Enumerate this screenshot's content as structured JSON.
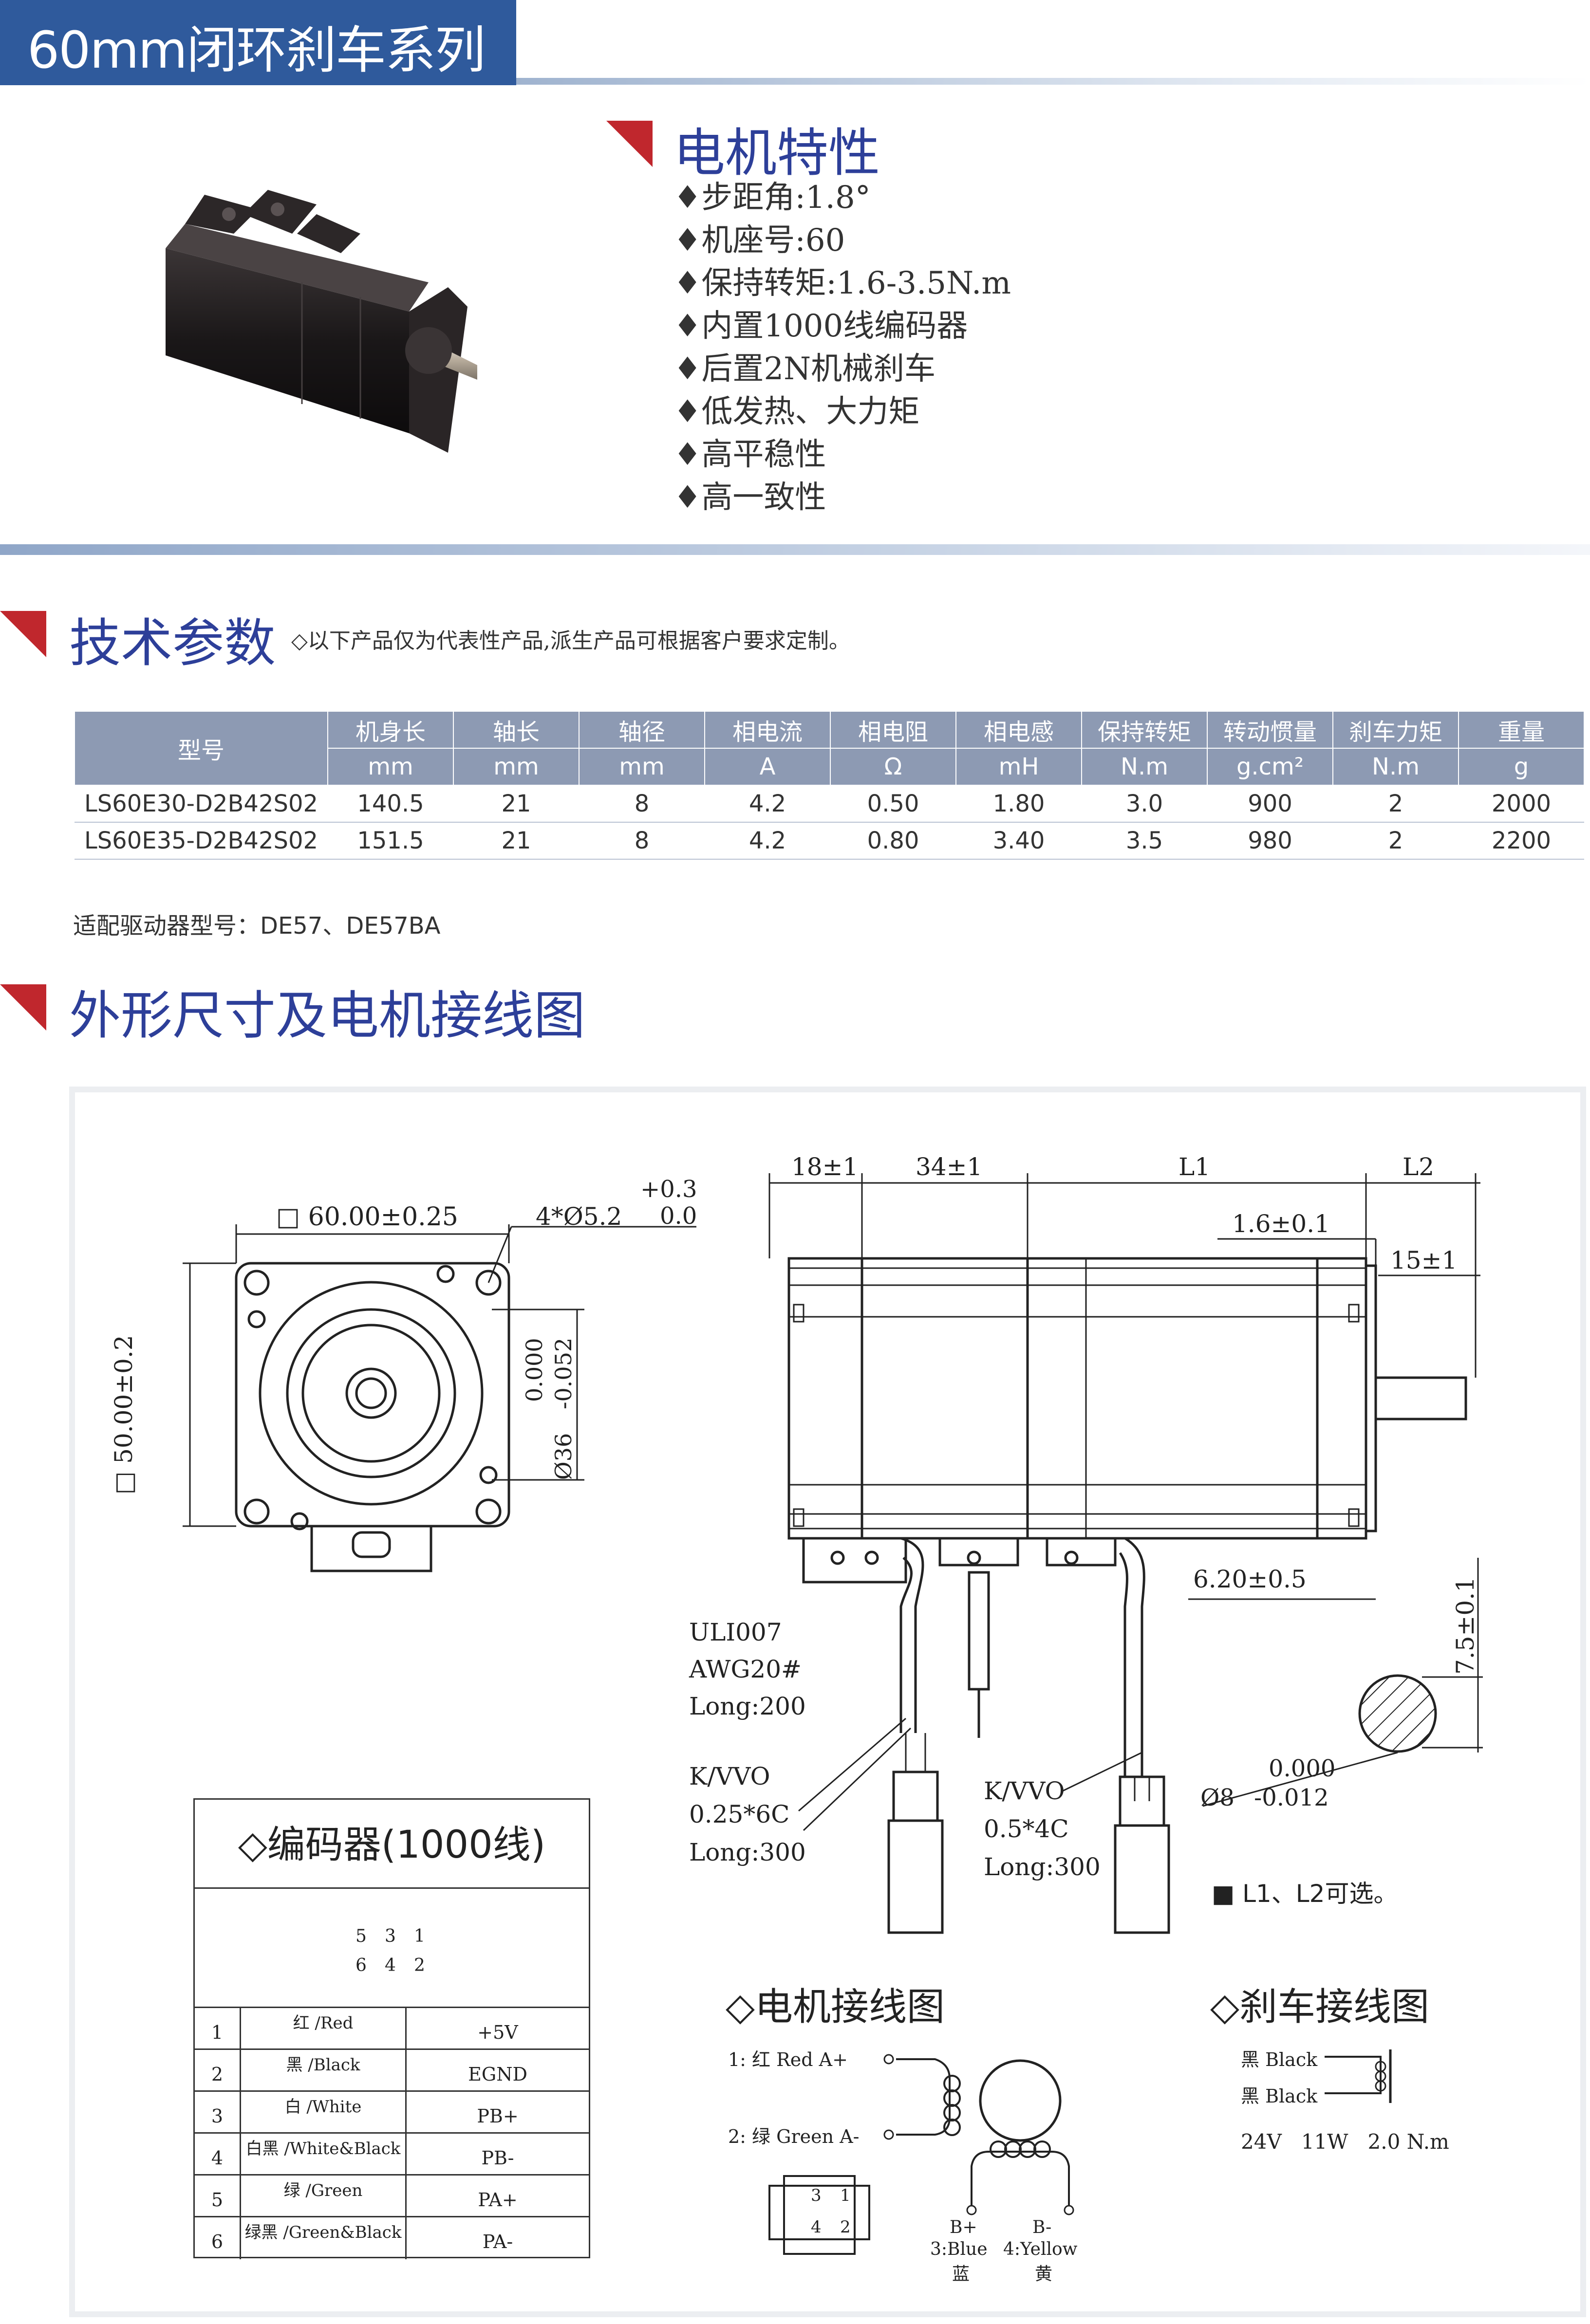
{
  "header": {
    "title": "60mm闭环刹车系列"
  },
  "motor_features": {
    "title": "电机特性",
    "items": [
      "♦步距角:1.8°",
      "♦机座号:60",
      "♦保持转矩:1.6-3.5N.m",
      "♦内置1000线编码器",
      "♦后置2N机械刹车",
      "♦低发热、大力矩",
      "♦高平稳性",
      "♦高一致性"
    ]
  },
  "tech_params": {
    "title": "技术参数",
    "note": "◇以下产品仅为代表性产品,派生产品可根据客户要求定制。",
    "model_header": "型号",
    "columns": [
      {
        "name": "机身长",
        "unit": "mm"
      },
      {
        "name": "轴长",
        "unit": "mm"
      },
      {
        "name": "轴径",
        "unit": "mm"
      },
      {
        "name": "相电流",
        "unit": "A"
      },
      {
        "name": "相电阻",
        "unit": "Ω"
      },
      {
        "name": "相电感",
        "unit": "mH"
      },
      {
        "name": "保持转矩",
        "unit": "N.m"
      },
      {
        "name": "转动惯量",
        "unit": "g.cm²"
      },
      {
        "name": "刹车力矩",
        "unit": "N.m"
      },
      {
        "name": "重量",
        "unit": "g"
      }
    ],
    "rows": [
      [
        "LS60E30-D2B42S02",
        "140.5",
        "21",
        "8",
        "4.2",
        "0.50",
        "1.80",
        "3.0",
        "900",
        "2",
        "2000"
      ],
      [
        "LS60E35-D2B42S02",
        "151.5",
        "21",
        "8",
        "4.2",
        "0.80",
        "3.40",
        "3.5",
        "980",
        "2",
        "2200"
      ]
    ],
    "driver_note": "适配驱动器型号：DE57、DE57BA"
  },
  "dimensions": {
    "title": "外形尺寸及电机接线图",
    "front": {
      "square": "□ 60.00±0.25",
      "height": "□ 50.00±0.2",
      "holes": "4*Ø5.2",
      "tol_plus": "+0.3",
      "tol_zero": "0.0",
      "boss_t1": "0.000",
      "boss_t2": "-0.052",
      "boss": "Ø36"
    },
    "side": {
      "d1": "18±1",
      "d2": "34±1",
      "d3": "L1",
      "d4": "L2",
      "d5": "1.6±0.1",
      "d6": "15±1",
      "d7": "6.20±0.5",
      "d8": "7.5±0.1",
      "shaft_t1": "0.000",
      "shaft": "Ø8",
      "shaft_t2": "-0.012"
    },
    "cable1": [
      "ULI007",
      "AWG20#",
      "Long:200"
    ],
    "cable2": [
      "K/VVO",
      "0.25*6C",
      "Long:300"
    ],
    "cable3": [
      "K/VVO",
      "0.5*4C",
      "Long:300"
    ],
    "option_note": "■ L1、L2可选。"
  },
  "encoder": {
    "title": "◇编码器(1000线)",
    "pins_top": [
      "5",
      "3",
      "1"
    ],
    "pins_bottom": [
      "6",
      "4",
      "2"
    ],
    "rows": [
      [
        "1",
        "红 /Red",
        "+5V"
      ],
      [
        "2",
        "黑 /Black",
        "EGND"
      ],
      [
        "3",
        "白 /White",
        "PB+"
      ],
      [
        "4",
        "白黑 /White&Black",
        "PB-"
      ],
      [
        "5",
        "绿 /Green",
        "PA+"
      ],
      [
        "6",
        "绿黑 /Green&Black",
        "PA-"
      ]
    ]
  },
  "motor_wiring": {
    "title": "◇电机接线图",
    "line1": "1: 红  Red  A+",
    "line2": "2: 绿 Green A-",
    "b_plus": "B+",
    "b_minus": "B-",
    "pin3": "3:Blue",
    "pin4": "4:Yellow",
    "blue_cn": "蓝",
    "yellow_cn": "黄",
    "pins_top": [
      "3",
      "1"
    ],
    "pins_bottom": [
      "4",
      "2"
    ]
  },
  "brake_wiring": {
    "title": "◇刹车接线图",
    "wire1": "黑 Black",
    "wire2": "黑 Black",
    "spec": "24V   11W   2.0 N.m"
  },
  "colors": {
    "header_bg": "#2f5a9c",
    "accent_red": "#c0272d",
    "title_blue": "#2d3f99",
    "table_header": "#8d9ab3"
  }
}
